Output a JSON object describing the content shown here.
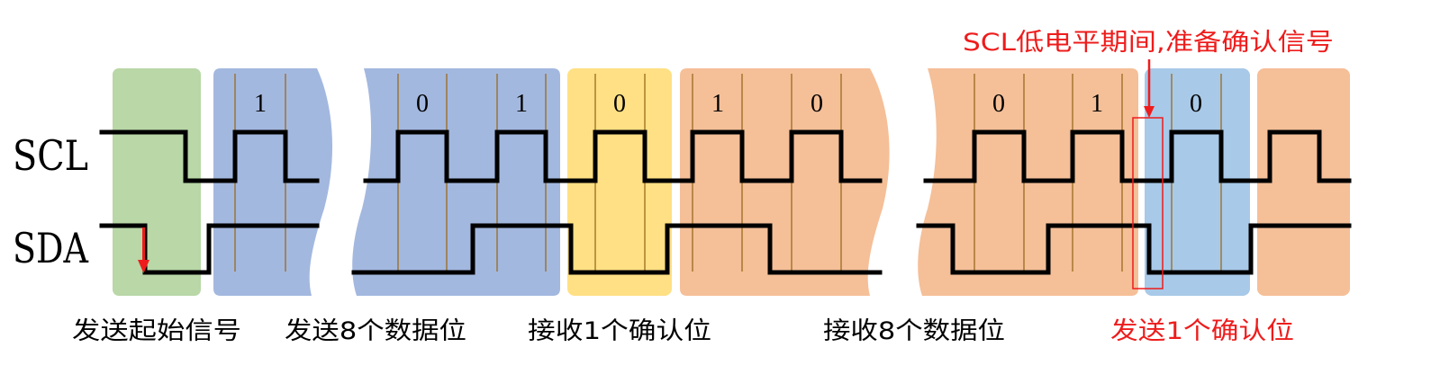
{
  "signals": {
    "scl": "SCL",
    "sda": "SDA"
  },
  "bits": {
    "b1": "1",
    "b2": "0",
    "b3": "1",
    "b4": "0",
    "b5": "1",
    "b6": "0",
    "b7": "0",
    "b8": "1",
    "b9": "0"
  },
  "captions": {
    "start": "发送起始信号",
    "send_data": "发送8个数据位",
    "recv_ack": "接收1个确认位",
    "recv_data": "接收8个数据位",
    "send_ack": "发送1个确认位"
  },
  "annotation": "SCL低电平期间,准备确认信号",
  "colors": {
    "start": "#b9d7a7",
    "send_data": "#a3b8df",
    "recv_ack": "#ffe084",
    "recv_data": "#f5bf98",
    "send_ack": "#a8c9e8",
    "accent": "#ee1c1c",
    "wave": "#000000"
  }
}
